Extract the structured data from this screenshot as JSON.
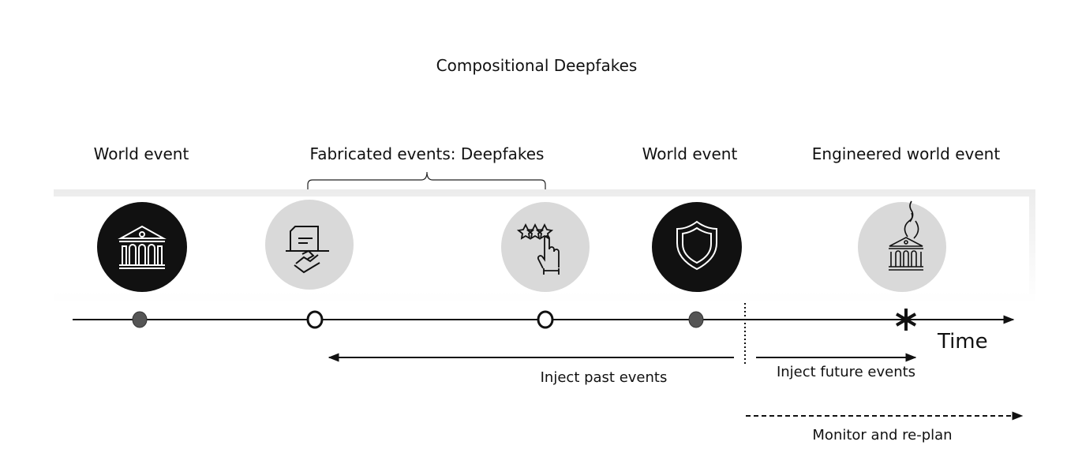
{
  "title": "Compositional Deepfakes",
  "labels": {
    "world_event_1": "World event",
    "fabricated": "Fabricated events: Deepfakes",
    "world_event_2": "World event",
    "engineered": "Engineered world event",
    "time": "Time",
    "inject_past": "Inject past events",
    "inject_future": "Inject future events",
    "monitor": "Monitor and re-plan"
  },
  "icons": [
    "bank-icon",
    "contract-handshake-icon",
    "star-rating-icon",
    "shield-icon",
    "burning-bank-icon"
  ],
  "colors": {
    "real": "#111111",
    "fake": "#d9d9d9",
    "marker": "#555555"
  }
}
